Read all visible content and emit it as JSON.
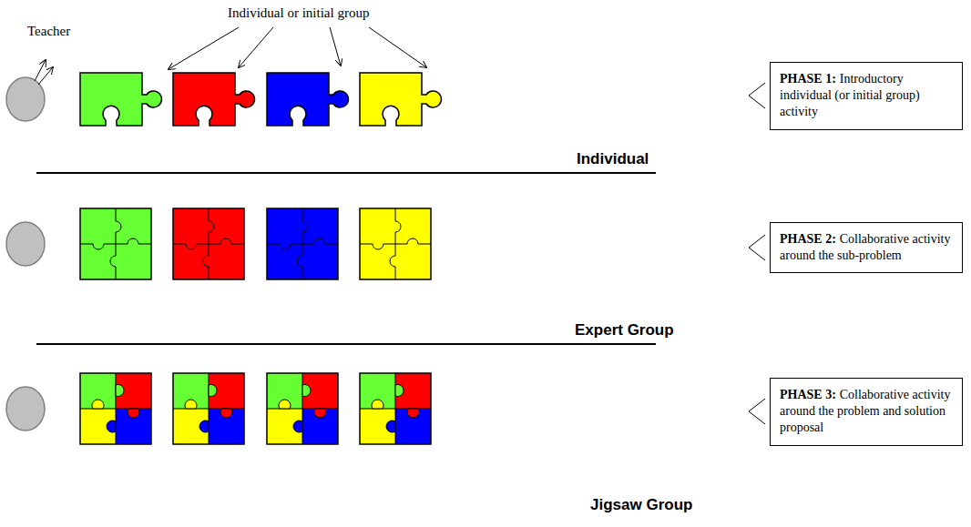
{
  "diagram": {
    "nodes": [
      {
        "text": [
          "PHASE 1:",
          "Introductory individual (or initial group) activity"
        ]
      },
      {
        "text": [
          "PHASE 2:",
          "Collaborative activity around the sub-problem"
        ]
      },
      {
        "text": [
          "PHASE 3:",
          "Collaborative activity around the problem and solution proposal"
        ]
      }
    ],
    "labels": [
      "Individual or initial group",
      "Teacher",
      "Individual",
      "Expert Group",
      "Jigsaw Group"
    ]
  }
}
